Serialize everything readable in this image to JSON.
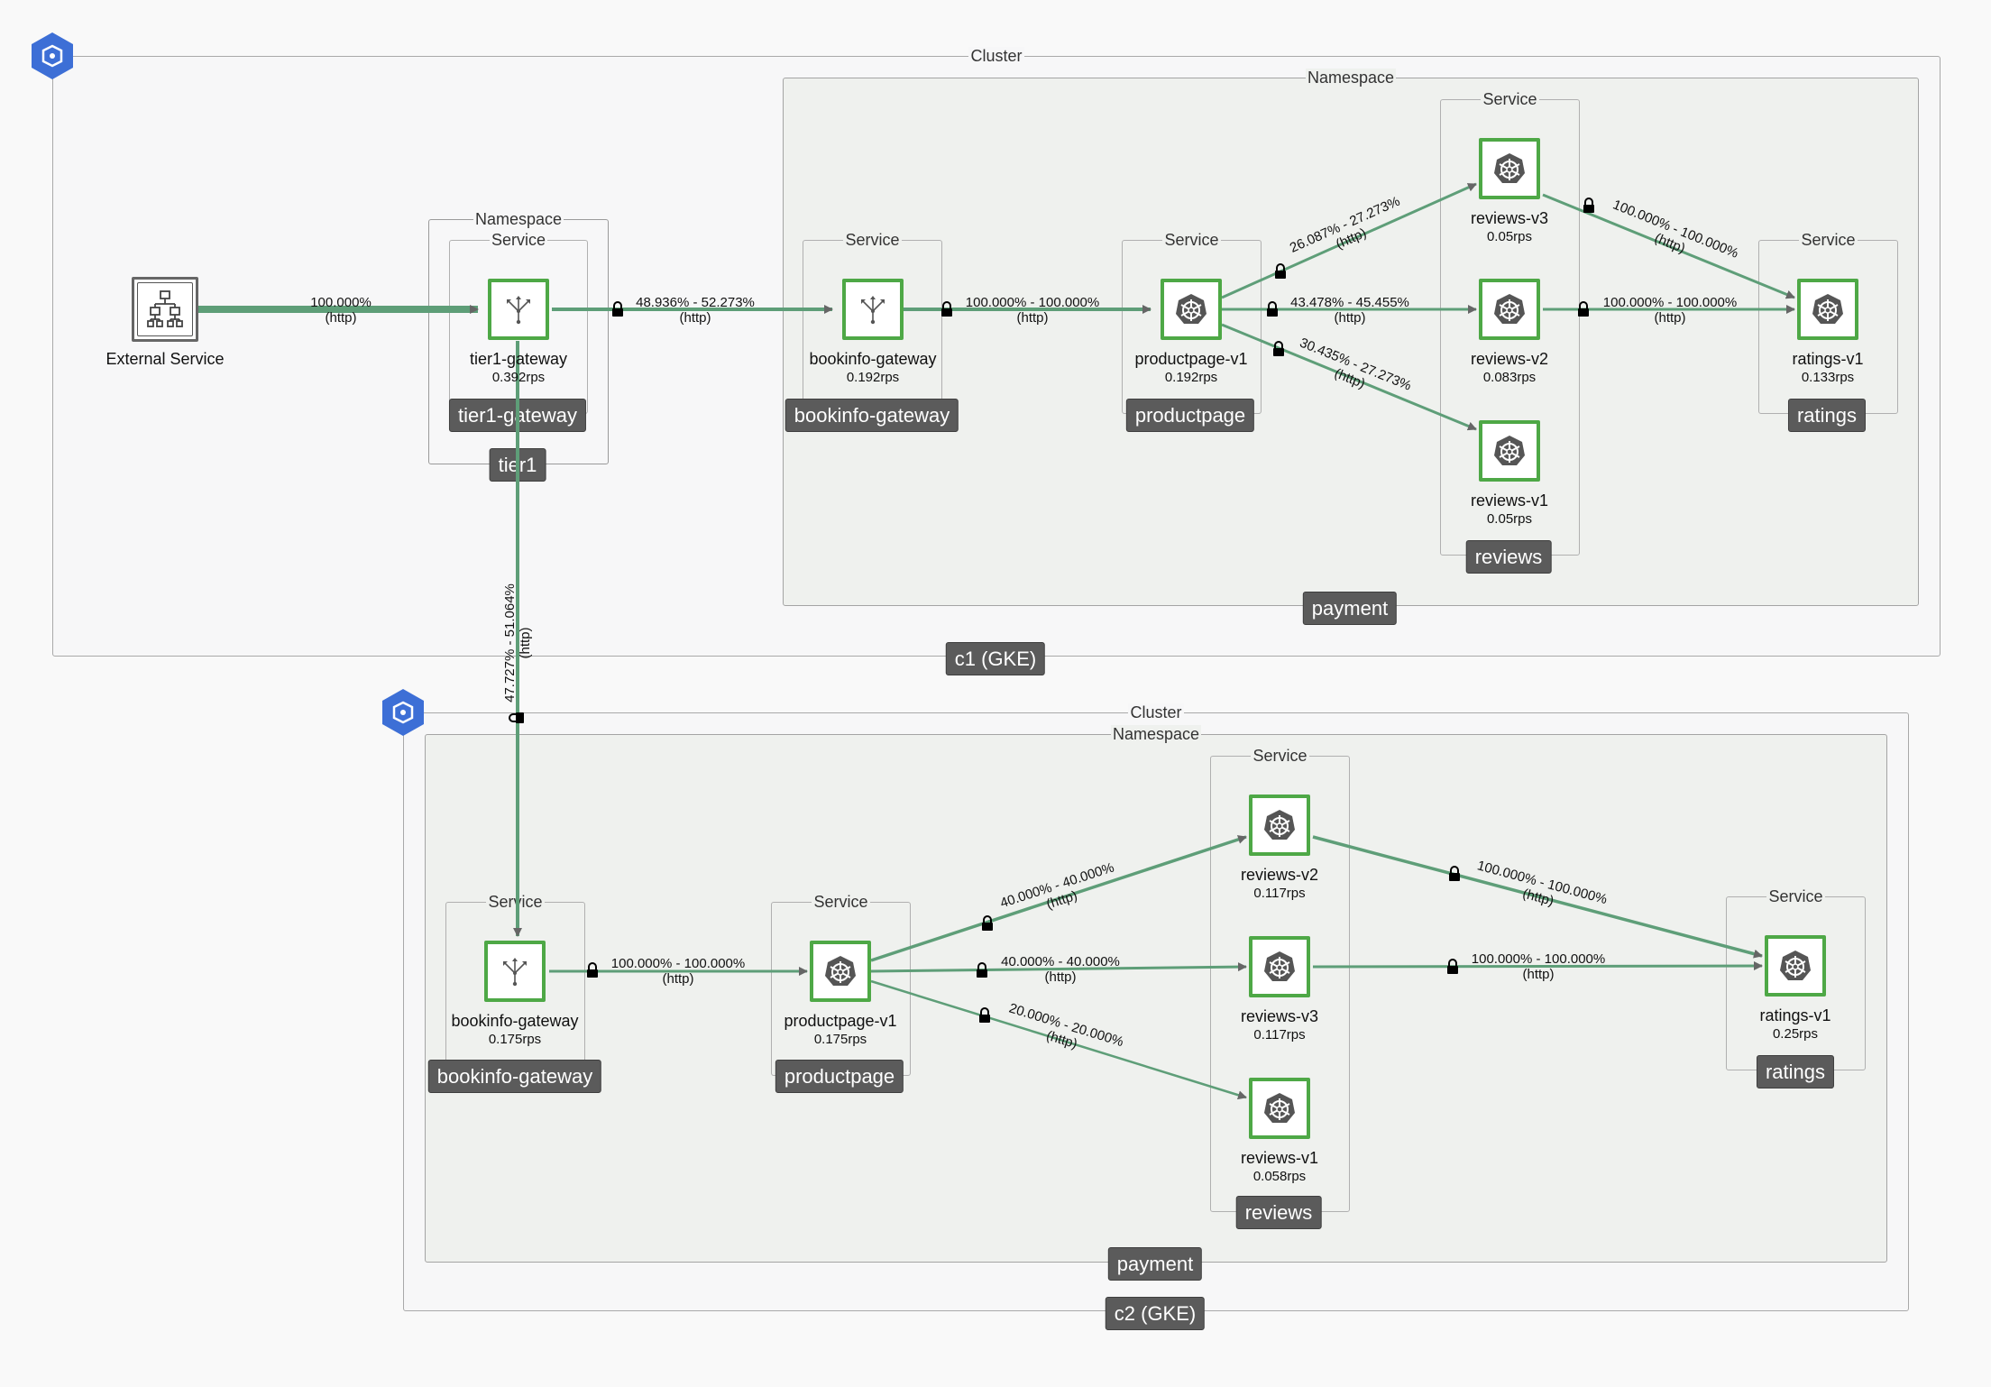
{
  "clusters": [
    {
      "title": "Cluster",
      "tag": "c1 (GKE)"
    },
    {
      "title": "Cluster",
      "tag": "c2 (GKE)"
    }
  ],
  "namespaces": [
    {
      "title": "Namespace",
      "tag": "tier1"
    },
    {
      "title": "Namespace",
      "tag": "payment"
    },
    {
      "title": "Namespace",
      "tag": "payment"
    }
  ],
  "services": [
    {
      "title": "Service",
      "tag": "tier1-gateway"
    },
    {
      "title": "Service",
      "tag": "bookinfo-gateway"
    },
    {
      "title": "Service",
      "tag": "productpage"
    },
    {
      "title": "Service",
      "tag": "reviews"
    },
    {
      "title": "Service",
      "tag": "ratings"
    },
    {
      "title": "Service",
      "tag": "bookinfo-gateway"
    },
    {
      "title": "Service",
      "tag": "productpage"
    },
    {
      "title": "Service",
      "tag": "reviews"
    },
    {
      "title": "Service",
      "tag": "ratings"
    }
  ],
  "nodes": [
    {
      "name": "External Service",
      "rps": "",
      "icon": "network-hierarchy-icon"
    },
    {
      "name": "tier1-gateway",
      "rps": "0.392rps",
      "icon": "gateway-icon"
    },
    {
      "name": "bookinfo-gateway",
      "rps": "0.192rps",
      "icon": "gateway-icon"
    },
    {
      "name": "productpage-v1",
      "rps": "0.192rps",
      "icon": "kubernetes-wheel-icon"
    },
    {
      "name": "reviews-v3",
      "rps": "0.05rps",
      "icon": "kubernetes-wheel-icon"
    },
    {
      "name": "reviews-v2",
      "rps": "0.083rps",
      "icon": "kubernetes-wheel-icon"
    },
    {
      "name": "reviews-v1",
      "rps": "0.05rps",
      "icon": "kubernetes-wheel-icon"
    },
    {
      "name": "ratings-v1",
      "rps": "0.133rps",
      "icon": "kubernetes-wheel-icon"
    },
    {
      "name": "bookinfo-gateway",
      "rps": "0.175rps",
      "icon": "gateway-icon"
    },
    {
      "name": "productpage-v1",
      "rps": "0.175rps",
      "icon": "kubernetes-wheel-icon"
    },
    {
      "name": "reviews-v2",
      "rps": "0.117rps",
      "icon": "kubernetes-wheel-icon"
    },
    {
      "name": "reviews-v3",
      "rps": "0.117rps",
      "icon": "kubernetes-wheel-icon"
    },
    {
      "name": "reviews-v1",
      "rps": "0.058rps",
      "icon": "kubernetes-wheel-icon"
    },
    {
      "name": "ratings-v1",
      "rps": "0.25rps",
      "icon": "kubernetes-wheel-icon"
    }
  ],
  "edges": [
    {
      "pct": "100.000%",
      "proto": "(http)"
    },
    {
      "pct": "48.936% - 52.273%",
      "proto": "(http)"
    },
    {
      "pct": "100.000% - 100.000%",
      "proto": "(http)"
    },
    {
      "pct": "26.087% - 27.273%",
      "proto": "(http)"
    },
    {
      "pct": "43.478% - 45.455%",
      "proto": "(http)"
    },
    {
      "pct": "30.435% - 27.273%",
      "proto": "(http)"
    },
    {
      "pct": "100.000% - 100.000%",
      "proto": "(http)"
    },
    {
      "pct": "100.000% - 100.000%",
      "proto": "(http)"
    },
    {
      "pct": "47.727% - 51.064%",
      "proto": "(http)"
    },
    {
      "pct": "100.000% - 100.000%",
      "proto": "(http)"
    },
    {
      "pct": "40.000% - 40.000%",
      "proto": "(http)"
    },
    {
      "pct": "40.000% - 40.000%",
      "proto": "(http)"
    },
    {
      "pct": "20.000% - 20.000%",
      "proto": "(http)"
    },
    {
      "pct": "100.000% - 100.000%",
      "proto": "(http)"
    },
    {
      "pct": "100.000% - 100.000%",
      "proto": "(http)"
    }
  ],
  "colors": {
    "edge": "#5e9e78",
    "node_border": "#4ea846",
    "cluster_badge": "#3d6fd6",
    "tag_bg": "#5b5b5b"
  }
}
